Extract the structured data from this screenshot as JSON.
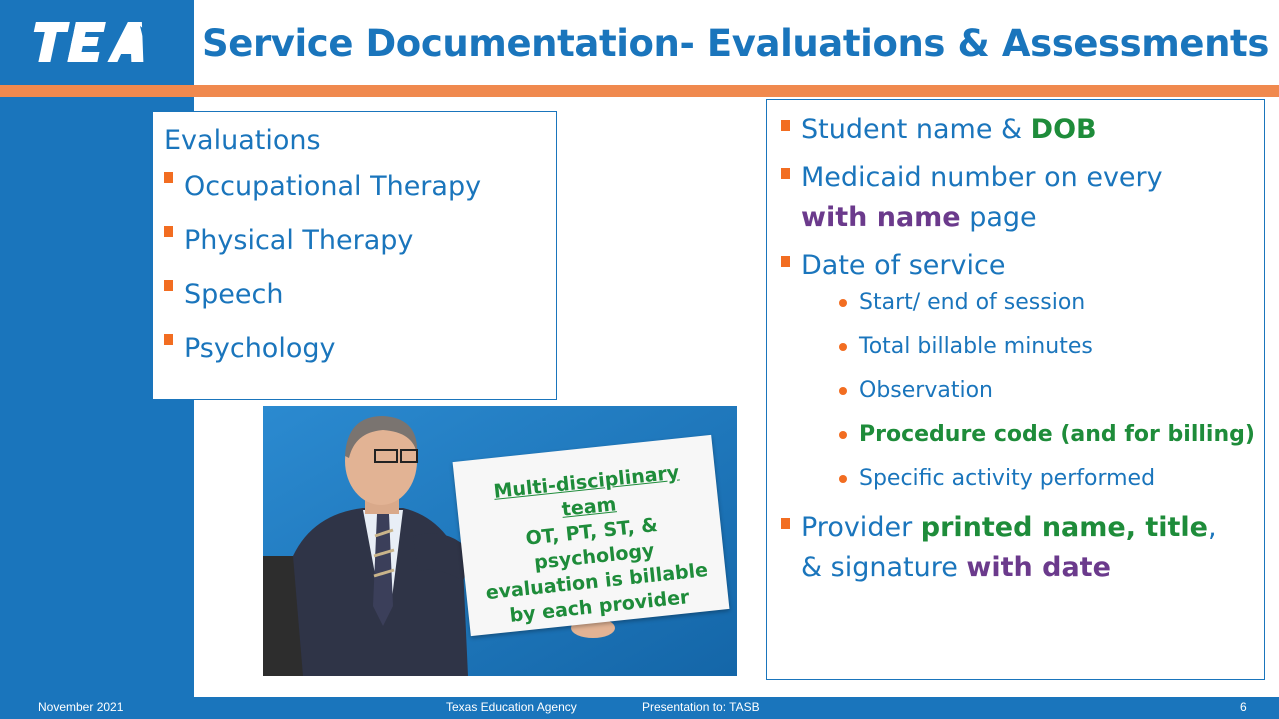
{
  "header": {
    "title": "Service Documentation- Evaluations & Assessments"
  },
  "evaluations": {
    "heading": "Evaluations",
    "items": [
      "Occupational Therapy",
      "Physical Therapy",
      "Speech",
      "Psychology"
    ]
  },
  "requirements": {
    "item1": {
      "text": "Student name & ",
      "bold": "DOB"
    },
    "item2": {
      "line1": "Medicaid number on every",
      "bold": "with name",
      "after": " page"
    },
    "item3": {
      "text": "Date of service",
      "subitems": [
        "Start/ end of session",
        "Total billable minutes",
        "Observation",
        "Procedure code (and for billing)",
        "Specific activity performed"
      ]
    },
    "item4": {
      "text": "Provider ",
      "bold_green": "printed name, title",
      "comma": ",",
      "line2": "& signature ",
      "bold_purple": "with date"
    }
  },
  "image_sign": {
    "title": "Multi-disciplinary team",
    "body": "OT, PT, ST, & psychology evaluation is billable by each provider"
  },
  "footer": {
    "date": "November 2021",
    "org": "Texas Education Agency",
    "presentation": "Presentation to:  TASB",
    "page": "6"
  },
  "colors": {
    "brand_blue": "#1a75bc",
    "accent_orange": "#f26d21",
    "green": "#1e8c3a",
    "purple": "#6b3a8c"
  }
}
